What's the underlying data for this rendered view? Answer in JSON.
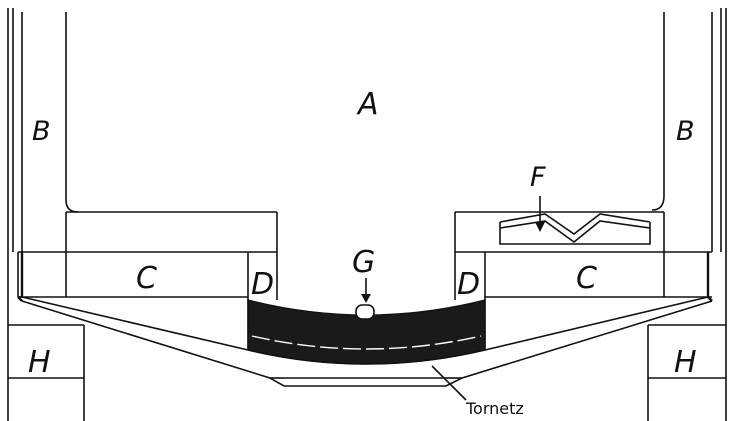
{
  "labels": {
    "a": "A",
    "b_left": "B",
    "b_right": "B",
    "c_left": "C",
    "c_right": "C",
    "d_left": "D",
    "d_right": "D",
    "f": "F",
    "g": "G",
    "h_left": "H",
    "h_right": "H",
    "tornetz": "Tornetz"
  },
  "colors": {
    "line": "#111111",
    "fill_dark": "#1a1a1a",
    "background": "#ffffff"
  }
}
